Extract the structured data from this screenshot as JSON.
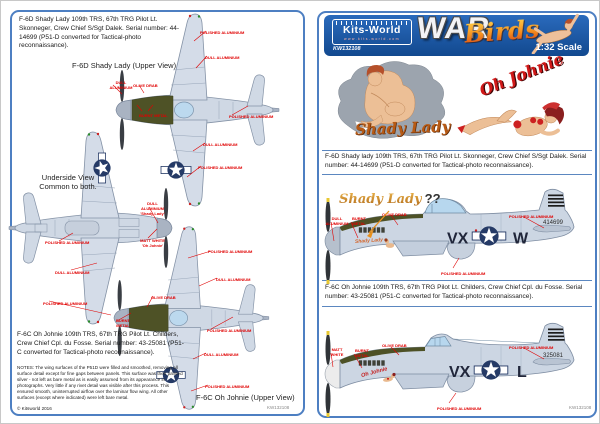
{
  "header": {
    "brand": "Kits-World",
    "brand_url": "www.kits-world.com",
    "product_code": "KW132108",
    "title_war": "WAR",
    "title_birds": "Birds",
    "scale_label": "1:32 Scale"
  },
  "left_panel": {
    "intro_caption": "F-6D Shady Lady 109th TRS, 67th TRG Pilot Lt. Skonneger, Crew Chief S/Sgt Dalek. Serial number: 44-14699 (P51-D converted for Tactical-photo reconnaissance).",
    "upper_view_label_shady": "F-6D Shady Lady (Upper View)",
    "underside_view_label": "Underside View Common to both.",
    "upper_view_label_johnie": "F-6C Oh Johnie (Upper View)",
    "outro_caption": "F-6C Oh Johnie 109th TRS, 67th TRG Pilot Lt. Childers, Crew Chief Cpl. du Fosse. Serial number: 43-25081 (P51-C converted for Tactical-photo reconnaissance).",
    "notes": "NOTES:  The wing surfaces of the P51D were filled and smoothed, removing all surface detail except for fine gaps between panels. This surface was then painted silver - not left as bare metal as is easily assumed from its appearance in photographs. Very little if any rivet detail was visible after this process. This ensured smooth, uninterrupted airflow over the laminar flow wing. All other surfaces (except where indicated) were left bare metal.",
    "copyright": "© Kitsworld 2016",
    "product_code": "KW132108",
    "annotations": [
      {
        "text": "POLISHED ALUMINIUM"
      },
      {
        "text": "DULL ALUMINIUM"
      },
      {
        "text": "POLISHED ALUMINIUM"
      },
      {
        "text": "DULL ALUMINIUM"
      },
      {
        "text": "POLISHED ALUMINIUM"
      },
      {
        "text": "DULL ALUMINIUM"
      },
      {
        "text": "OLIVE DRAB"
      },
      {
        "text": "BURNT METAL"
      },
      {
        "text": "DULL ALUMINIUM 'Shady Lady'"
      },
      {
        "text": "MATT WHITE 'Oh Johnie'"
      },
      {
        "text": "POLISHED ALUMINIUM"
      },
      {
        "text": "DULL ALUMINIUM"
      },
      {
        "text": "POLISHED ALUMINIUM"
      },
      {
        "text": "OLIVE DRAB"
      },
      {
        "text": "BURNT METAL"
      },
      {
        "text": "POLISHED ALUMINIUM"
      },
      {
        "text": "DULL ALUMINIUM"
      },
      {
        "text": "POLISHED ALUMINIUM"
      },
      {
        "text": "DULL ALUMINIUM"
      },
      {
        "text": "POLISHED ALUMINIUM"
      }
    ]
  },
  "right_panel": {
    "artwork": {
      "shady_lady_script": "Shady Lady",
      "oh_johnie_script": "Oh Johnie"
    },
    "caption_shady": "F-6D Shady lady 109th TRS, 67th TRG Pilot Lt. Skonneger, Crew Chief S/Sgt Dalek. Serial number: 44-14699 (P51-D converted for Tactical-photo reconnaissance).",
    "caption_johnie": "F-6C Oh Johnie 109th TRS, 67th TRG Pilot Lt. Childers, Crew Chief Cpl. du Fosse. Serial number: 43-25081 (P51-C converted for Tactical-photo reconnaissance).",
    "profile_shady": {
      "heading": "Shady Lady",
      "heading_suffix": "??",
      "code_left": "VX",
      "code_right": "W",
      "tail_number": "414699",
      "nose_art_text": "Shady Lady",
      "annotations": [
        {
          "text": "DULL ALUMINIUM"
        },
        {
          "text": "BURNT METAL"
        },
        {
          "text": "OLIVE DRAB"
        },
        {
          "text": "POLISHED ALUMINIUM"
        },
        {
          "text": "POLISHED ALUMINIUM"
        }
      ]
    },
    "profile_johnie": {
      "code_left": "VX",
      "code_right": "L",
      "tail_number": "325081",
      "nose_art_text": "Oh Johnie",
      "annotations": [
        {
          "text": "MATT WHITE"
        },
        {
          "text": "BURNT METAL"
        },
        {
          "text": "OLIVE DRAB"
        },
        {
          "text": "POLISHED ALUMINIUM"
        },
        {
          "text": "POLISHED ALUMINIUM"
        }
      ]
    },
    "product_code": "KW132108"
  }
}
